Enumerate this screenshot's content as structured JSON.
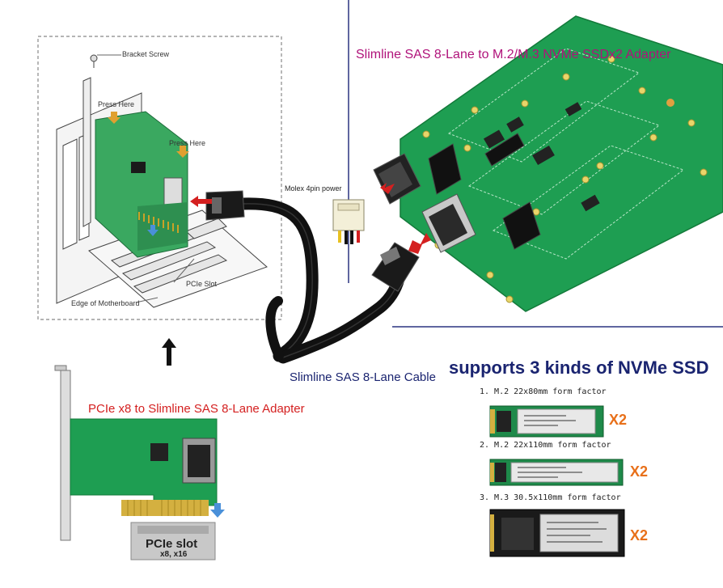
{
  "colors": {
    "adapter_title": "#b0127a",
    "pcie_title": "#d42020",
    "cable_title": "#1a2470",
    "nvme_heading": "#1a2470",
    "multiplier": "#e8701a",
    "pcb_green": "#1e9e52",
    "arrow_red": "#d42020",
    "divider": "#2a3380"
  },
  "install_diagram": {
    "bracket_screw": "Bracket Screw",
    "press_here_1": "Press Here",
    "press_here_2": "Press Here",
    "pcie_slot": "PCIe Slot",
    "edge_of_motherboard": "Edge of Motherboard"
  },
  "molex_label": "Molex 4pin power",
  "adapter_title": "Slimline SAS 8-Lane to M.2/M.3 NVMe SSDx2 Adapter",
  "cable_title": "Slimline SAS 8-Lane Cable",
  "pcie_adapter": {
    "title": "PCIe x8 to Slimline SAS 8-Lane Adapter",
    "slot_label": "PCIe slot",
    "slot_sub": "x8, x16"
  },
  "nvme_support": {
    "heading": "supports 3 kinds of NVMe SSD",
    "items": [
      {
        "label": "1. M.2 22x80mm form factor",
        "multiplier": "X2"
      },
      {
        "label": "2. M.2 22x110mm form factor",
        "multiplier": "X2"
      },
      {
        "label": "3. M.3 30.5x110mm form factor",
        "multiplier": "X2"
      }
    ]
  }
}
